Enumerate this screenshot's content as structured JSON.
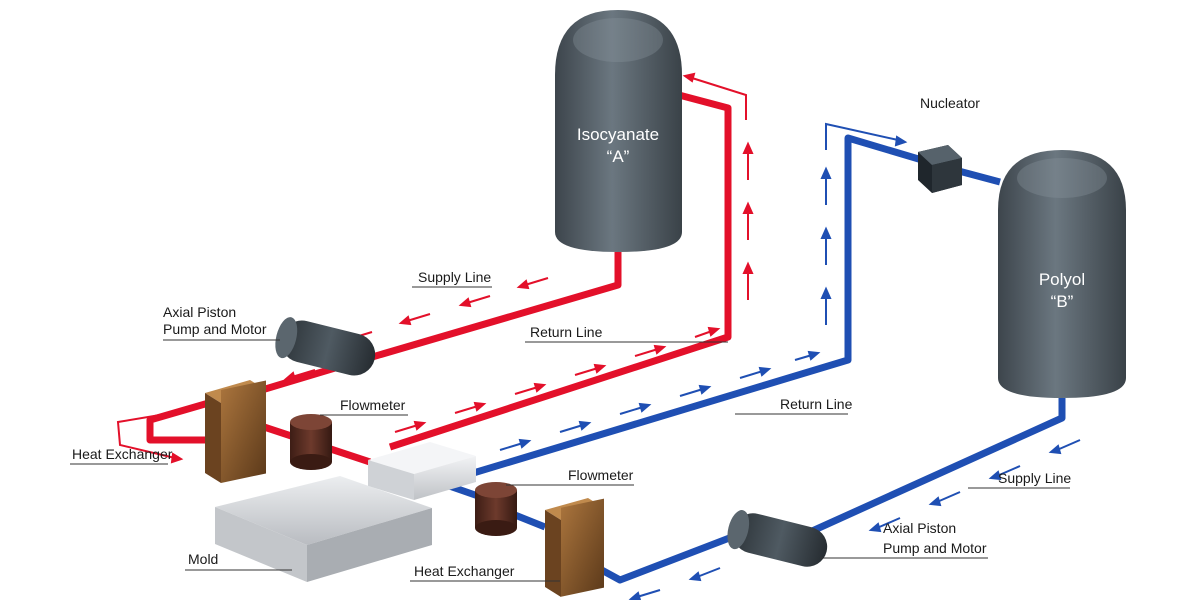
{
  "colors": {
    "isocyanate_line": "#e3102a",
    "polyol_line": "#1f4fb3",
    "tank": "#5b6770",
    "heat_exchanger": "#8a5a2b",
    "flowmeter": "#5a2e22",
    "mold": "#d6d8dc",
    "mixhead": "#e2e4e7"
  },
  "tanks": {
    "isocyanate": {
      "line1": "Isocyanate",
      "line2": "“A”"
    },
    "polyol": {
      "line1": "Polyol",
      "line2": "“B”"
    }
  },
  "labels": {
    "supply_line_a": "Supply Line",
    "return_line_a": "Return Line",
    "pump_a_line1": "Axial Piston",
    "pump_a_line2": "Pump and Motor",
    "flowmeter_a": "Flowmeter",
    "heat_exchanger_a": "Heat Exchanger",
    "mold": "Mold",
    "nucleator": "Nucleator",
    "return_line_b": "Return Line",
    "supply_line_b": "Supply Line",
    "flowmeter_b": "Flowmeter",
    "heat_exchanger_b": "Heat Exchanger",
    "pump_b_line1": "Axial Piston",
    "pump_b_line2": "Pump and Motor"
  },
  "icons": {
    "flow_arrow_red": "flow-arrow-red-icon",
    "flow_arrow_blue": "flow-arrow-blue-icon"
  }
}
